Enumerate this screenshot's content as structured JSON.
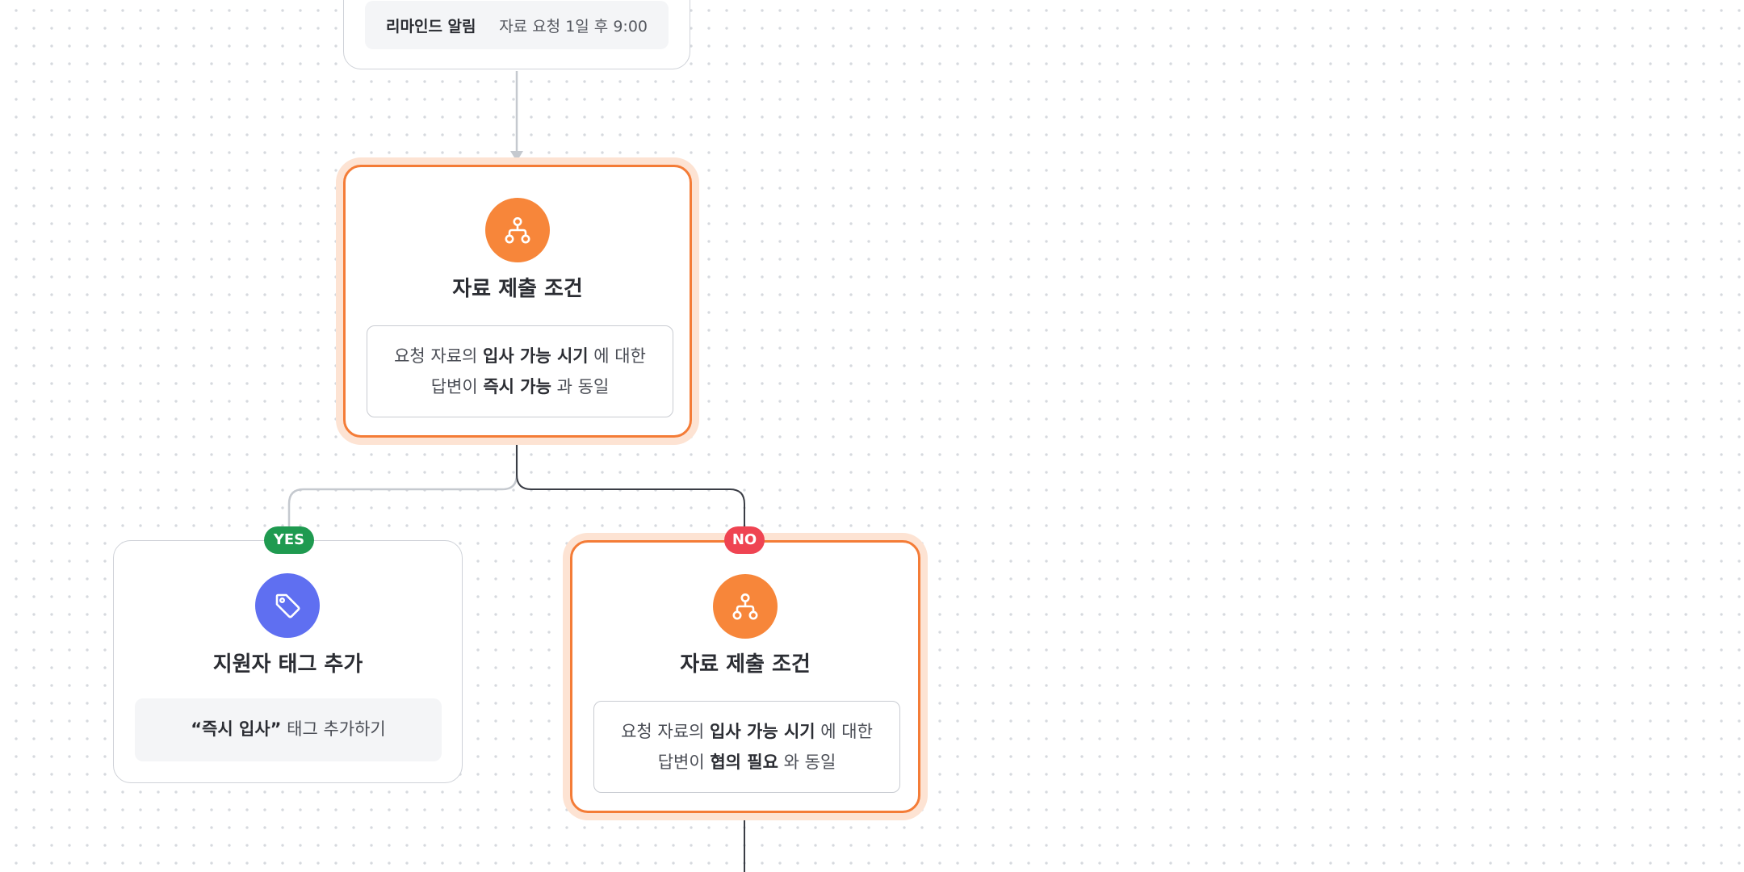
{
  "colors": {
    "accent_orange": "#f47c37",
    "icon_orange": "#f7863a",
    "icon_blue": "#5f6ff1",
    "yes_green": "#1f9a50",
    "no_red": "#ef4452",
    "connector_active": "#3a3d45",
    "connector_muted": "#c5c9cf"
  },
  "top_node": {
    "row": {
      "label": "리마인드 알림",
      "value": "자료 요청 1일 후 9:00"
    }
  },
  "condition_node_1": {
    "icon": "branch-icon",
    "title": "자료 제출 조건",
    "condition": {
      "prefix": "요청 자료의",
      "field": "입사 가능 시기",
      "mid": "에 대한",
      "line2_prefix": "답변이",
      "answer": "즉시 가능",
      "suffix": "과 동일"
    }
  },
  "yes_branch": {
    "badge": "YES",
    "node": {
      "icon": "tag-icon",
      "title": "지원자 태그 추가",
      "tag_name": "“즉시 입사”",
      "action_suffix": "태그 추가하기"
    }
  },
  "no_branch": {
    "badge": "NO",
    "node": {
      "icon": "branch-icon",
      "title": "자료 제출 조건",
      "condition": {
        "prefix": "요청 자료의",
        "field": "입사 가능 시기",
        "mid": "에 대한",
        "line2_prefix": "답변이",
        "answer": "협의 필요",
        "suffix": "와 동일"
      }
    }
  }
}
